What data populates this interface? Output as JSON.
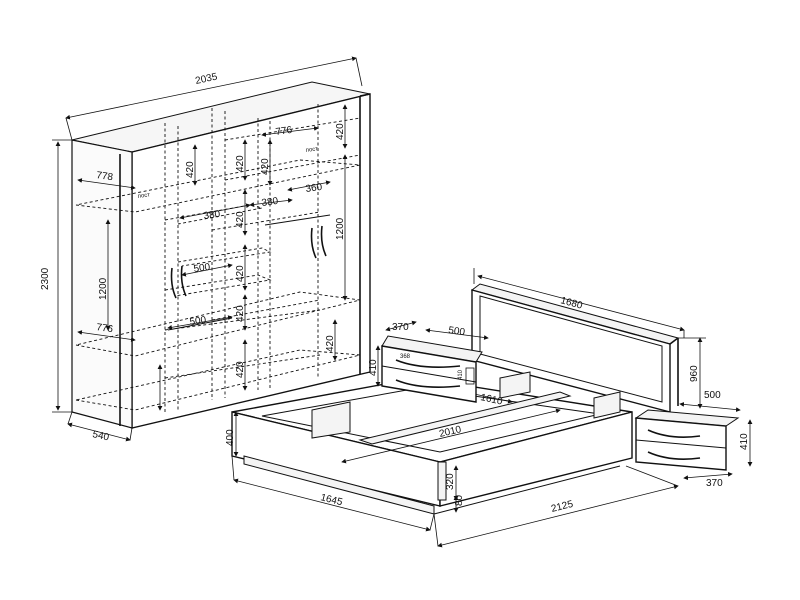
{
  "wardrobe": {
    "width": "2035",
    "height": "2300",
    "depth": "540",
    "shelf_width": "778",
    "shelf_width_2": "776",
    "shelf_width_3": "776",
    "section_420_a": "420",
    "section_420_b": "420",
    "section_420_c": "420",
    "section_420_d": "420",
    "section_420_e": "420",
    "section_420_f": "420",
    "section_420_g": "420",
    "section_420_h": "420",
    "section_420_i": "420",
    "hanging_1200_left": "1200",
    "hanging_1200_right": "1200",
    "inner_380_a": "380",
    "inner_380_b": "380",
    "inner_360": "360",
    "inner_500_a": "500",
    "inner_500_b": "500",
    "post_label_a": "пост",
    "post_label_b": "пост"
  },
  "nightstand_left": {
    "width": "370",
    "depth": "500",
    "height": "410",
    "drawer_label_a": "368",
    "drawer_label_b": "410"
  },
  "bed": {
    "headboard_width": "1680",
    "headboard_height": "960",
    "inner_width": "1610",
    "inner_length": "2010",
    "height": "400",
    "width": "1645",
    "length": "2125",
    "leg_height": "320",
    "base_height": "80"
  },
  "nightstand_right": {
    "depth": "500",
    "height": "410",
    "width": "370"
  }
}
